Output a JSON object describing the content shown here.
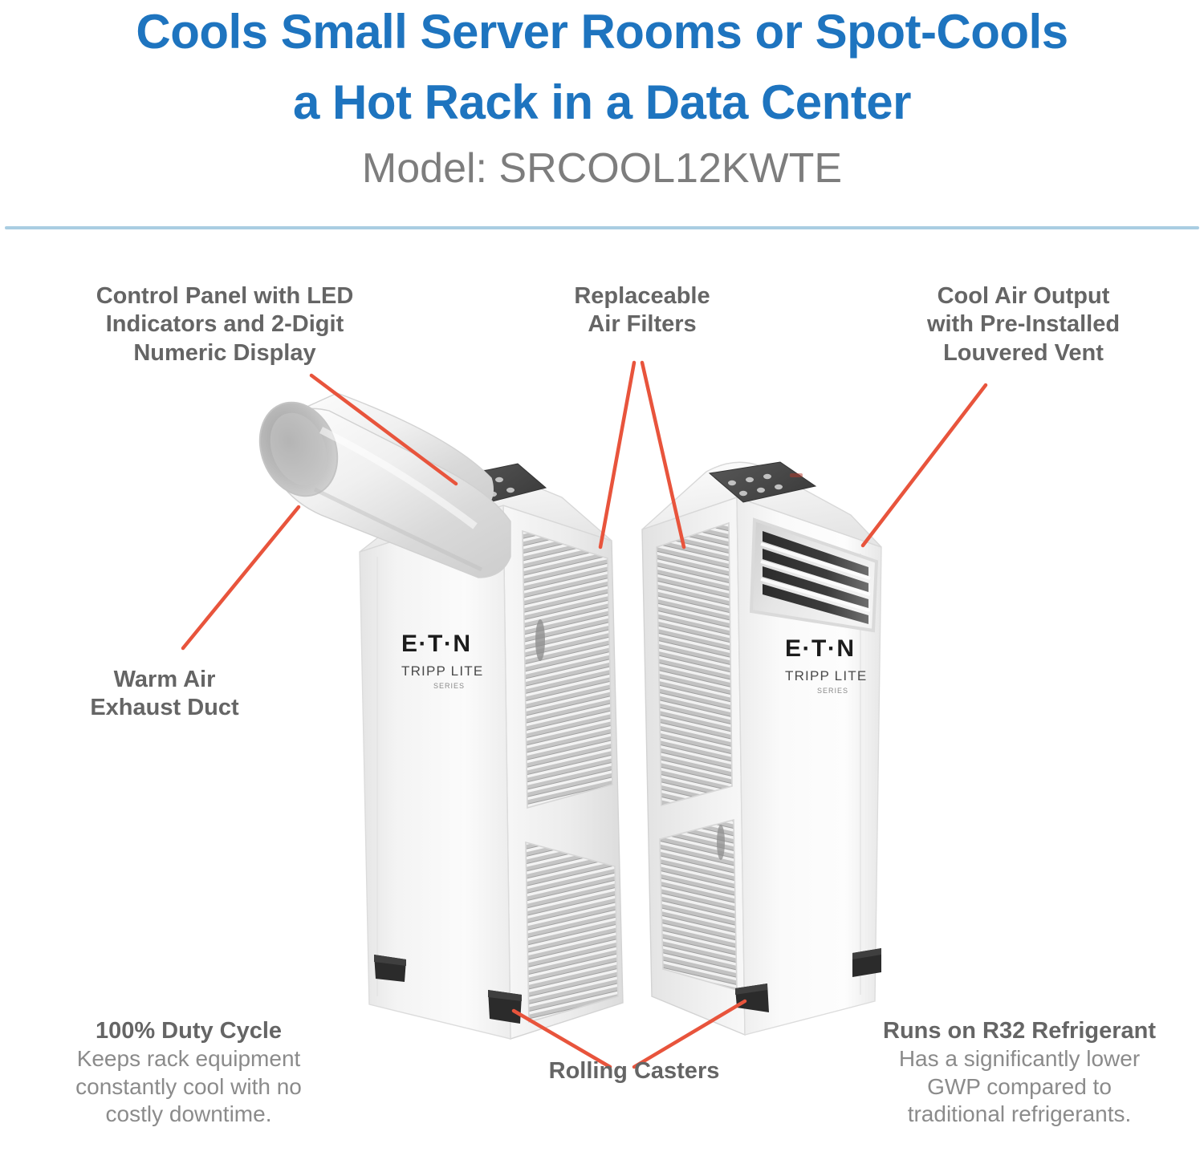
{
  "header": {
    "title_line_1": "Cools Small Server Rooms or Spot-Cools",
    "title_line_2": "a Hot Rack in a Data Center",
    "model": "Model: SRCOOL12KWTE",
    "title_color": "#1E74BF",
    "model_color": "#7d7d7d",
    "divider_color": "#a9cde2"
  },
  "callouts": {
    "control_panel": {
      "line_1": "Control Panel with LED",
      "line_2": "Indicators and 2-Digit",
      "line_3": "Numeric Display"
    },
    "air_filters": {
      "line_1": "Replaceable",
      "line_2": "Air Filters"
    },
    "cool_air_output": {
      "line_1": "Cool Air Output",
      "line_2": "with Pre-Installed",
      "line_3": "Louvered Vent"
    },
    "exhaust_duct": {
      "line_1": "Warm Air",
      "line_2": "Exhaust Duct"
    },
    "duty_cycle": {
      "heading": "100% Duty Cycle",
      "body_line_1": "Keeps rack equipment",
      "body_line_2": "constantly cool with no",
      "body_line_3": "costly downtime."
    },
    "rolling_casters": {
      "line_1": "Rolling Casters"
    },
    "refrigerant": {
      "heading": "Runs on R32 Refrigerant",
      "body_line_1": "Has a significantly lower",
      "body_line_2": "GWP compared to",
      "body_line_3": "traditional refrigerants."
    }
  },
  "product": {
    "brand_mark": "E·T·N",
    "brand_sub": "TRIPP LITE",
    "brand_series": "SERIES",
    "leader_line_color": "#E8543C",
    "body_color": "#f2f2f2",
    "panel_color": "#4a4a4a"
  }
}
